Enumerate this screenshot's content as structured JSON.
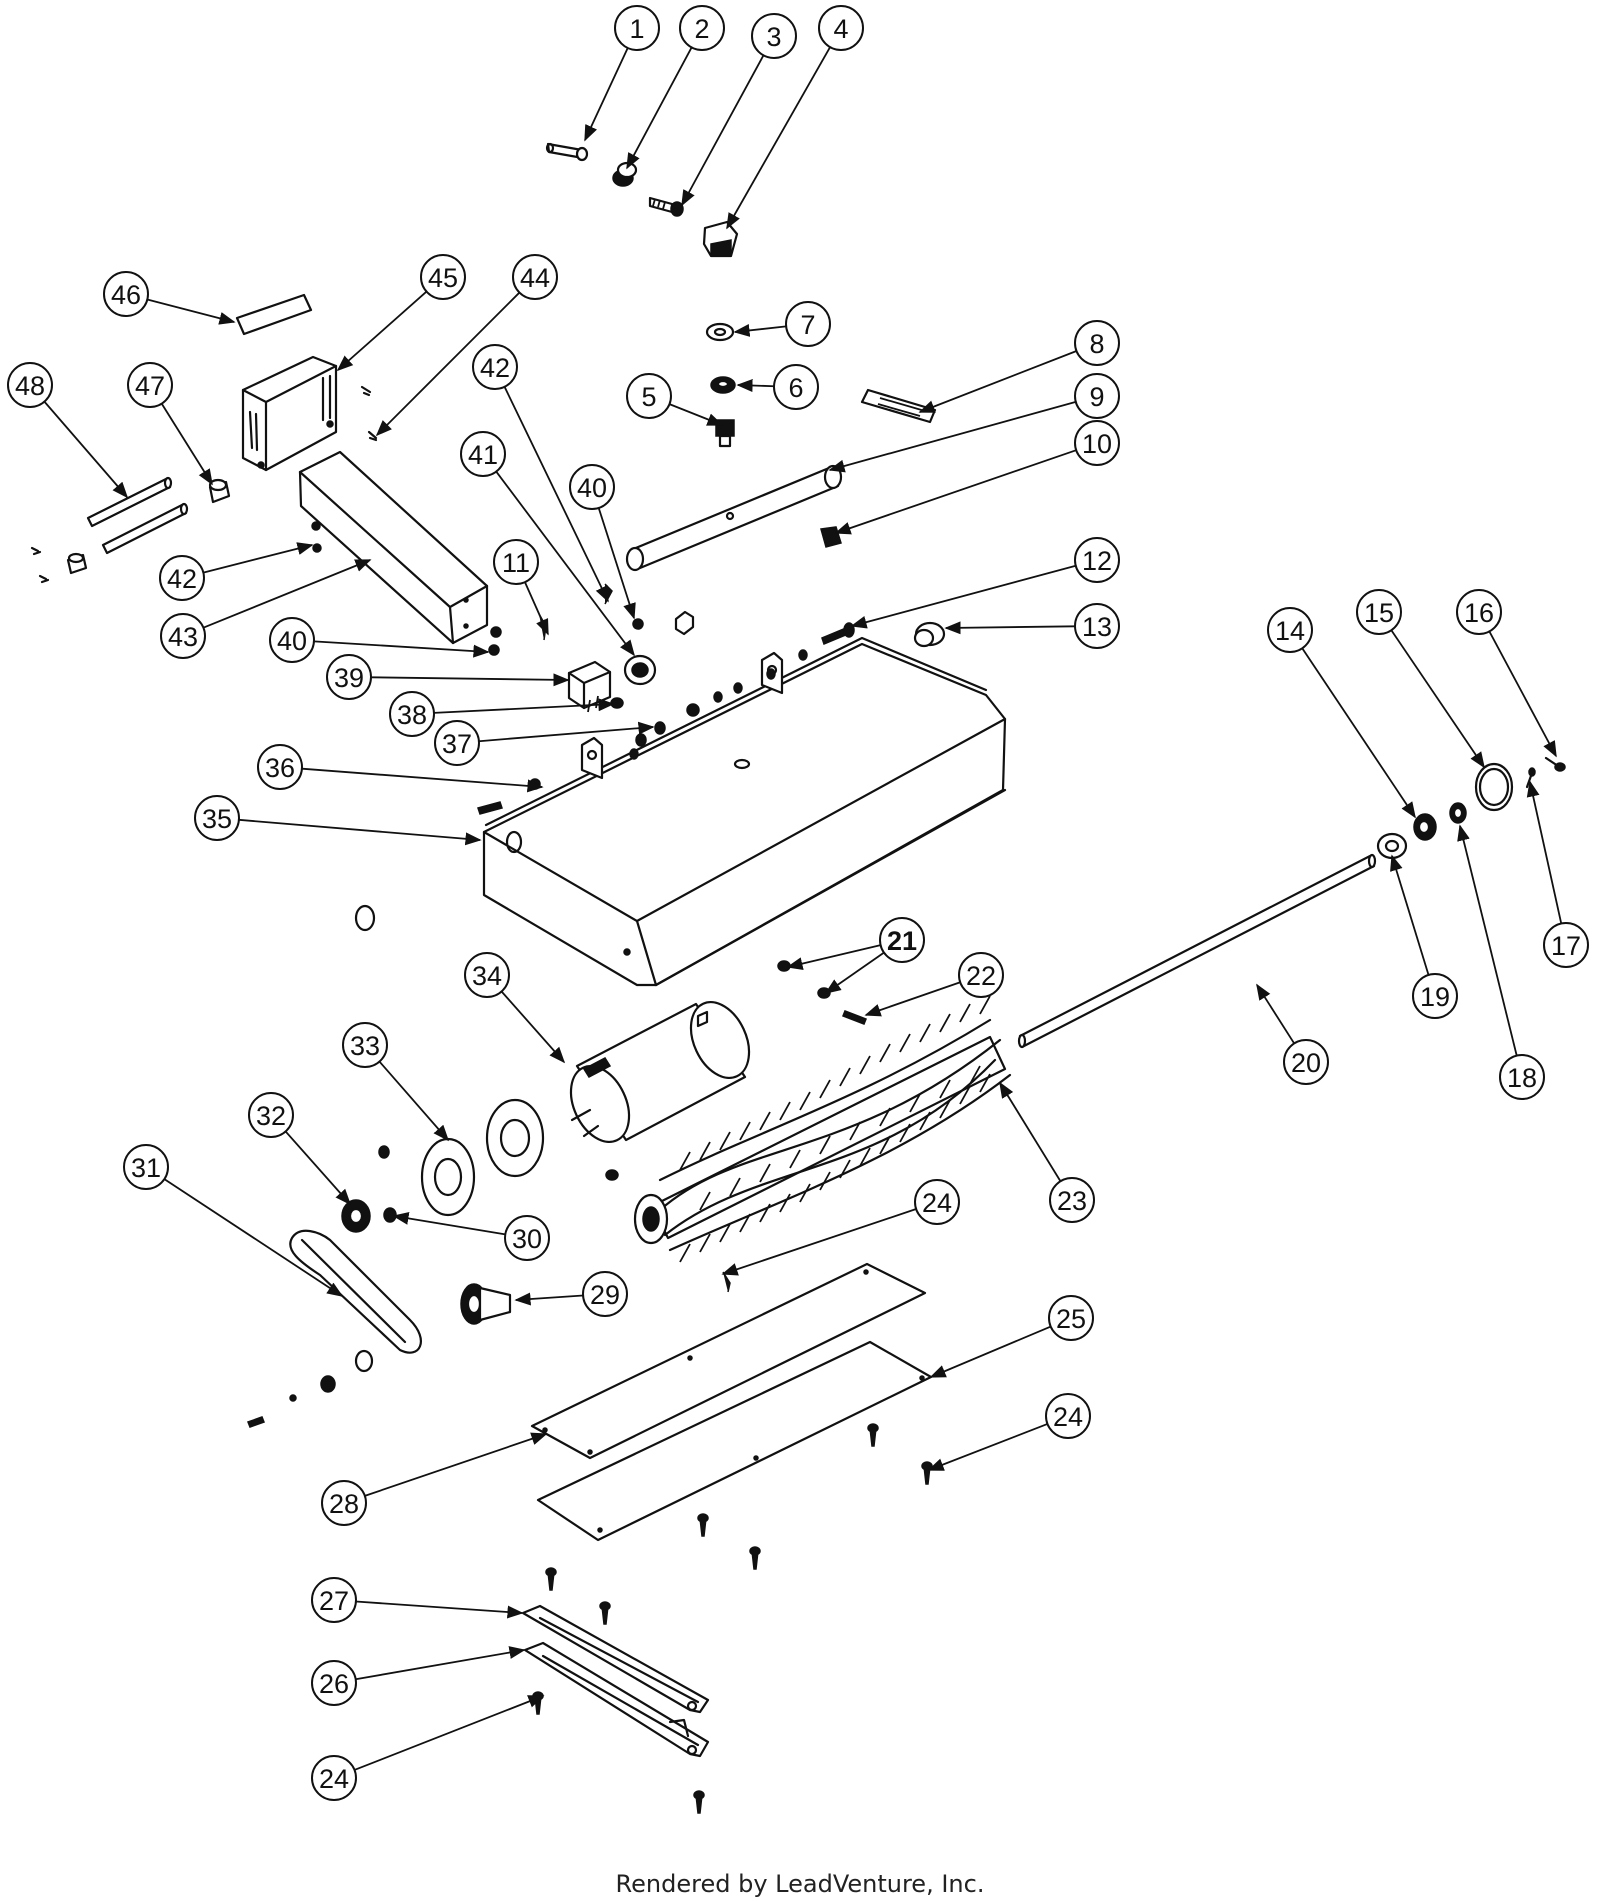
{
  "footer": "Rendered by LeadVenture, Inc.",
  "callouts": [
    {
      "label": "1",
      "bold": false
    },
    {
      "label": "2",
      "bold": false
    },
    {
      "label": "3",
      "bold": false
    },
    {
      "label": "4",
      "bold": false
    },
    {
      "label": "7",
      "bold": false
    },
    {
      "label": "6",
      "bold": false
    },
    {
      "label": "5",
      "bold": false
    },
    {
      "label": "8",
      "bold": false
    },
    {
      "label": "9",
      "bold": false
    },
    {
      "label": "10",
      "bold": false
    },
    {
      "label": "12",
      "bold": false
    },
    {
      "label": "13",
      "bold": false
    },
    {
      "label": "11",
      "bold": false
    },
    {
      "label": "14",
      "bold": false
    },
    {
      "label": "15",
      "bold": false
    },
    {
      "label": "16",
      "bold": false
    },
    {
      "label": "17",
      "bold": false
    },
    {
      "label": "18",
      "bold": false
    },
    {
      "label": "19",
      "bold": false
    },
    {
      "label": "20",
      "bold": false
    },
    {
      "label": "21",
      "bold": true
    },
    {
      "label": "22",
      "bold": false
    },
    {
      "label": "23",
      "bold": false
    },
    {
      "label": "24",
      "bold": false
    },
    {
      "label": "25",
      "bold": false
    },
    {
      "label": "24",
      "bold": false
    },
    {
      "label": "24",
      "bold": false
    },
    {
      "label": "26",
      "bold": false
    },
    {
      "label": "27",
      "bold": false
    },
    {
      "label": "28",
      "bold": false
    },
    {
      "label": "29",
      "bold": false
    },
    {
      "label": "30",
      "bold": false
    },
    {
      "label": "31",
      "bold": false
    },
    {
      "label": "32",
      "bold": false
    },
    {
      "label": "33",
      "bold": false
    },
    {
      "label": "34",
      "bold": false
    },
    {
      "label": "35",
      "bold": false
    },
    {
      "label": "36",
      "bold": false
    },
    {
      "label": "37",
      "bold": false
    },
    {
      "label": "38",
      "bold": false
    },
    {
      "label": "39",
      "bold": false
    },
    {
      "label": "40",
      "bold": false
    },
    {
      "label": "40",
      "bold": false
    },
    {
      "label": "41",
      "bold": false
    },
    {
      "label": "42",
      "bold": false
    },
    {
      "label": "42",
      "bold": false
    },
    {
      "label": "43",
      "bold": false
    },
    {
      "label": "44",
      "bold": false
    },
    {
      "label": "45",
      "bold": false
    },
    {
      "label": "46",
      "bold": false
    },
    {
      "label": "47",
      "bold": false
    },
    {
      "label": "48",
      "bold": false
    }
  ]
}
